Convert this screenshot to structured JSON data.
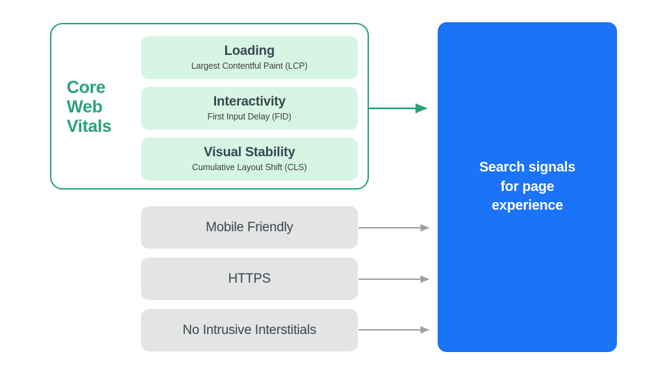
{
  "diagram": {
    "title": "Search signals for page experience",
    "colors": {
      "green_accent": "#2BA377",
      "green_card_fill": "#D7F5E5",
      "blue_box": "#1A73F8",
      "gray_card_fill": "#E4E4E4",
      "gray_arrow": "#9AA0A6",
      "dark_text": "#37474F",
      "white_text": "#FFFFFF"
    }
  },
  "core_web_vitals": {
    "group_label_lines": [
      "Core",
      "Web",
      "Vitals"
    ],
    "group_label": "Core Web Vitals",
    "items": [
      {
        "title": "Loading",
        "subtitle": "Largest Contentful Paint (LCP)"
      },
      {
        "title": "Interactivity",
        "subtitle": "First Input Delay (FID)"
      },
      {
        "title": "Visual Stability",
        "subtitle": "Cumulative Layout Shift (CLS)"
      }
    ]
  },
  "other_signals": {
    "items": [
      {
        "title": "Mobile Friendly"
      },
      {
        "title": "HTTPS"
      },
      {
        "title": "No Intrusive Interstitials"
      }
    ]
  },
  "result": {
    "lines": [
      "Search signals",
      "for page",
      "experience"
    ],
    "text": "Search signals for page experience"
  },
  "connectors": [
    {
      "name": "core-web-vitals-to-result",
      "style": "green"
    },
    {
      "name": "mobile-friendly-to-result",
      "style": "gray"
    },
    {
      "name": "https-to-result",
      "style": "gray"
    },
    {
      "name": "no-intrusive-interstitials-to-result",
      "style": "gray"
    }
  ]
}
